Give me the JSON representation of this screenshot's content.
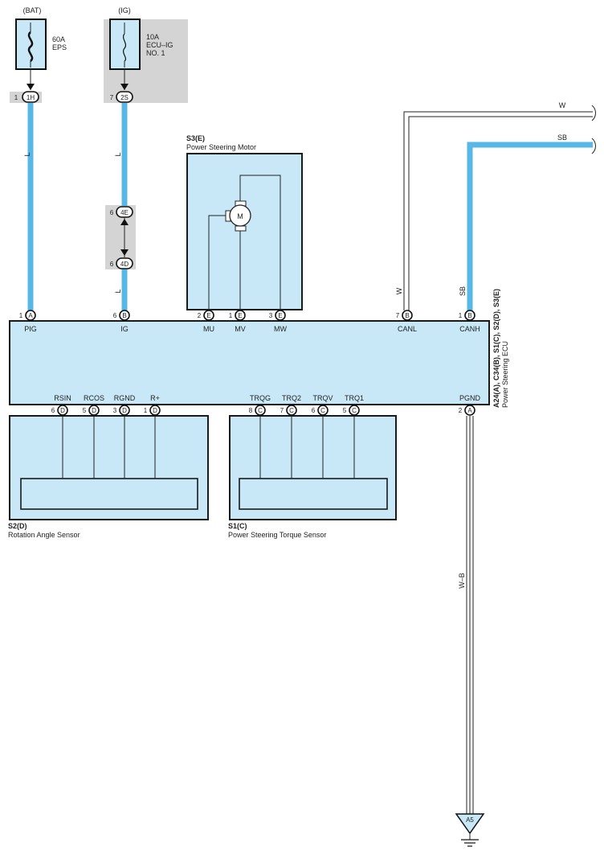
{
  "power": {
    "bat_label": "(BAT)",
    "ig_label": "(IG)",
    "fuse_eps_rating": "60A",
    "fuse_eps_name": "EPS",
    "fuse_ig_rating": "10A",
    "fuse_ig_name1": "ECU–IG",
    "fuse_ig_name2": "NO. 1"
  },
  "junctions": {
    "j1h_pin": "1",
    "j1h_code": "1H",
    "j2s_pin": "7",
    "j2s_code": "2S",
    "j4e_pin": "6",
    "j4e_code": "4E",
    "j4d_pin": "6",
    "j4d_code": "4D"
  },
  "wires": {
    "pig_color": "L",
    "ig_upper_color": "L",
    "ig_lower_color": "L",
    "canl_top_color": "W",
    "canl_vert_color": "W",
    "canh_top_color": "SB",
    "canh_vert_color": "SB",
    "pgnd_color": "W–B"
  },
  "motor": {
    "code": "S3(E)",
    "name": "Power Steering Motor",
    "symbol": "M"
  },
  "ecu": {
    "codes": "A24(A), C34(B), S1(C), S2(D), S3(E)",
    "name": "Power Steering ECU",
    "top_pins": [
      {
        "num": "1",
        "conn": "A",
        "label": "PIG"
      },
      {
        "num": "6",
        "conn": "B",
        "label": "IG"
      },
      {
        "num": "2",
        "conn": "E",
        "label": "MU"
      },
      {
        "num": "1",
        "conn": "E",
        "label": "MV"
      },
      {
        "num": "3",
        "conn": "E",
        "label": "MW"
      },
      {
        "num": "7",
        "conn": "B",
        "label": "CANL"
      },
      {
        "num": "1",
        "conn": "B",
        "label": "CANH"
      }
    ],
    "bottom_pins": [
      {
        "num": "6",
        "conn": "D",
        "label": "RSIN"
      },
      {
        "num": "5",
        "conn": "D",
        "label": "RCOS"
      },
      {
        "num": "3",
        "conn": "D",
        "label": "RGND"
      },
      {
        "num": "1",
        "conn": "D",
        "label": "R+"
      },
      {
        "num": "8",
        "conn": "C",
        "label": "TRQG"
      },
      {
        "num": "7",
        "conn": "C",
        "label": "TRQ2"
      },
      {
        "num": "6",
        "conn": "C",
        "label": "TRQV"
      },
      {
        "num": "5",
        "conn": "C",
        "label": "TRQ1"
      },
      {
        "num": "2",
        "conn": "A",
        "label": "PGND"
      }
    ]
  },
  "angle_sensor": {
    "code": "S2(D)",
    "name": "Rotation Angle Sensor"
  },
  "torque_sensor": {
    "code": "S1(C)",
    "name": "Power Steering Torque Sensor"
  },
  "ground": {
    "code": "A5"
  },
  "colors": {
    "component_fill": "#c8e8f8",
    "wire_blue": "#57b7e6",
    "junction_gray": "#d4d4d4"
  }
}
